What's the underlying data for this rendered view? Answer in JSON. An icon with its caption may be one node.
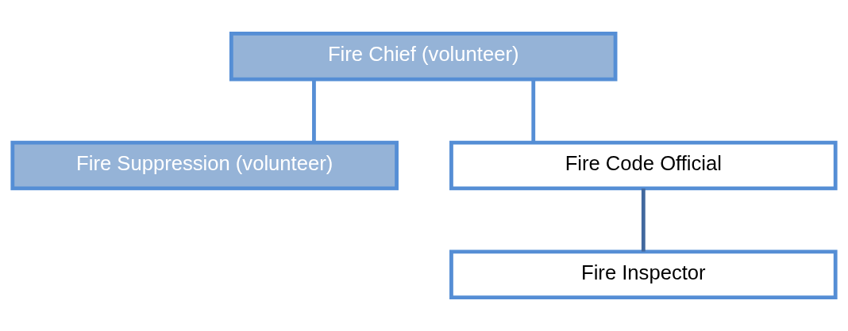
{
  "diagram": {
    "nodes": [
      {
        "text": [
          "Fire Chief (volunteer)"
        ]
      },
      {
        "text": [
          "Fire Suppression (volunteer)"
        ]
      },
      {
        "text": [
          "Fire Code Official"
        ]
      },
      {
        "text": [
          "Fire Inspector"
        ]
      }
    ],
    "edges": [
      {
        "from": 0,
        "to": 1,
        "arrow": "none"
      },
      {
        "from": 0,
        "to": 2,
        "arrow": "none"
      },
      {
        "from": 2,
        "to": 3,
        "arrow": "none",
        "color": "#41689e"
      }
    ]
  }
}
